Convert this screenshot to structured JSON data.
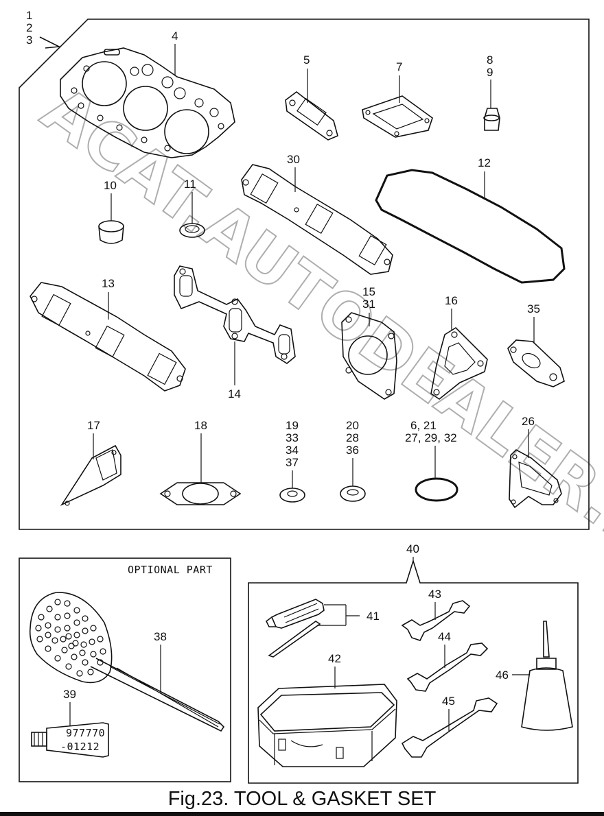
{
  "caption": "Fig.23.  TOOL & GASKET SET",
  "watermark": "ACAT.AUTODEALER.RU",
  "optional_part_title": "OPTIONAL PART",
  "tube_text": [
    "977770",
    "-01212"
  ],
  "group_label_lines": [
    "1",
    "2",
    "3"
  ],
  "labels": {
    "p4": "4",
    "p5": "5",
    "p7": "7",
    "p8": "8",
    "p9": "9",
    "p10": "10",
    "p11": "11",
    "p12": "12",
    "p13": "13",
    "p14": "14",
    "p15": "15",
    "p31": "31",
    "p16": "16",
    "p35": "35",
    "p17": "17",
    "p18": "18",
    "p19": "19",
    "p33": "33",
    "p34": "34",
    "p37": "37",
    "p20": "20",
    "p28": "28",
    "p36": "36",
    "p6_21": "6, 21",
    "p27_29_32": "27, 29, 32",
    "p26": "26",
    "p30": "30",
    "p38": "38",
    "p39": "39",
    "p40": "40",
    "p41": "41",
    "p42": "42",
    "p43": "43",
    "p44": "44",
    "p45": "45",
    "p46": "46"
  },
  "colors": {
    "line": "#111111",
    "background": "#ffffff",
    "watermark": "#9a9a9a"
  }
}
